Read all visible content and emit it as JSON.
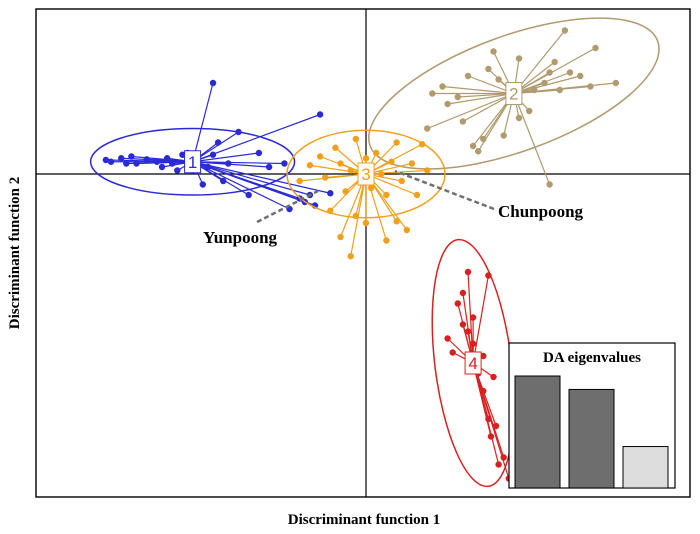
{
  "chart_data": {
    "type": "scatter",
    "xlabel": "Discriminant function 1",
    "ylabel": "Discriminant function 2",
    "grid": false,
    "groups": [
      {
        "label": "1",
        "color": "#2a2ad6",
        "centroid": [
          -3.4,
          0.35
        ],
        "ellipse": {
          "rx": 2.0,
          "ry": 0.95,
          "angle": 0
        },
        "points": [
          [
            -5.1,
            0.4
          ],
          [
            -5.0,
            0.35
          ],
          [
            -4.8,
            0.45
          ],
          [
            -4.7,
            0.3
          ],
          [
            -4.6,
            0.5
          ],
          [
            -4.5,
            0.3
          ],
          [
            -4.3,
            0.42
          ],
          [
            -4.1,
            0.35
          ],
          [
            -4.0,
            0.2
          ],
          [
            -3.9,
            0.45
          ],
          [
            -3.8,
            0.3
          ],
          [
            -3.7,
            0.1
          ],
          [
            -3.6,
            0.55
          ],
          [
            -3.5,
            0.6
          ],
          [
            -3.4,
            0.1
          ],
          [
            -3.2,
            -0.3
          ],
          [
            -3.1,
            0.2
          ],
          [
            -3.0,
            0.55
          ],
          [
            -2.9,
            0.9
          ],
          [
            -2.8,
            -0.2
          ],
          [
            -2.7,
            0.3
          ],
          [
            -2.5,
            1.2
          ],
          [
            -2.3,
            -0.6
          ],
          [
            -2.1,
            0.6
          ],
          [
            -1.9,
            0.2
          ],
          [
            -1.6,
            0.3
          ],
          [
            -1.5,
            -1.0
          ],
          [
            -1.3,
            -0.7
          ],
          [
            -1.2,
            -0.8
          ],
          [
            -1.1,
            -0.6
          ],
          [
            -0.9,
            1.7
          ],
          [
            -0.7,
            -0.55
          ],
          [
            -1.0,
            -0.9
          ],
          [
            -3.0,
            2.6
          ]
        ]
      },
      {
        "label": "2",
        "color": "#b09a6e",
        "centroid": [
          2.9,
          2.3
        ],
        "ellipse": {
          "rx": 3.0,
          "ry": 1.65,
          "angle": -20
        },
        "points": [
          [
            1.2,
            1.3
          ],
          [
            1.3,
            2.3
          ],
          [
            1.5,
            2.5
          ],
          [
            1.6,
            2.0
          ],
          [
            1.8,
            2.2
          ],
          [
            1.9,
            1.5
          ],
          [
            2.0,
            2.8
          ],
          [
            2.1,
            0.8
          ],
          [
            2.2,
            0.65
          ],
          [
            2.3,
            1.0
          ],
          [
            2.4,
            3.0
          ],
          [
            2.5,
            3.5
          ],
          [
            2.6,
            2.7
          ],
          [
            2.7,
            1.1
          ],
          [
            2.8,
            2.4
          ],
          [
            3.0,
            3.3
          ],
          [
            3.2,
            1.8
          ],
          [
            3.3,
            2.4
          ],
          [
            3.5,
            2.6
          ],
          [
            3.6,
            2.9
          ],
          [
            3.7,
            3.2
          ],
          [
            3.8,
            2.4
          ],
          [
            4.0,
            2.9
          ],
          [
            4.2,
            2.8
          ],
          [
            4.4,
            2.5
          ],
          [
            3.9,
            4.1
          ],
          [
            4.5,
            3.6
          ],
          [
            3.0,
            1.6
          ],
          [
            4.9,
            2.6
          ],
          [
            3.6,
            -0.3
          ]
        ]
      },
      {
        "label": "3",
        "color": "#f0a01a",
        "centroid": [
          0.0,
          0.0
        ],
        "ellipse": {
          "rx": 1.55,
          "ry": 1.25,
          "angle": 0
        },
        "points": [
          [
            -1.3,
            -0.2
          ],
          [
            -1.1,
            0.25
          ],
          [
            -0.9,
            0.5
          ],
          [
            -0.8,
            -0.1
          ],
          [
            -0.6,
            0.75
          ],
          [
            -0.5,
            0.3
          ],
          [
            -0.4,
            -0.5
          ],
          [
            -0.3,
            0.1
          ],
          [
            -0.2,
            1.0
          ],
          [
            -0.1,
            -0.25
          ],
          [
            0.0,
            0.45
          ],
          [
            0.1,
            -0.4
          ],
          [
            0.2,
            0.6
          ],
          [
            0.3,
            0.0
          ],
          [
            0.4,
            -0.6
          ],
          [
            0.5,
            0.35
          ],
          [
            0.6,
            0.9
          ],
          [
            0.7,
            -0.2
          ],
          [
            0.9,
            0.3
          ],
          [
            1.0,
            -0.6
          ],
          [
            1.1,
            0.85
          ],
          [
            1.2,
            0.1
          ],
          [
            -0.7,
            -1.05
          ],
          [
            -0.2,
            -1.2
          ],
          [
            0.0,
            -1.4
          ],
          [
            0.4,
            -1.9
          ],
          [
            0.6,
            -1.35
          ],
          [
            0.8,
            -1.6
          ],
          [
            -0.5,
            -1.8
          ],
          [
            -0.3,
            -2.35
          ]
        ]
      },
      {
        "label": "4",
        "color": "#d92020",
        "centroid": [
          2.1,
          -5.4
        ],
        "ellipse": {
          "rx": 0.75,
          "ry": 3.55,
          "angle": -7
        },
        "points": [
          [
            1.6,
            -4.7
          ],
          [
            1.9,
            -4.3
          ],
          [
            2.0,
            -4.5
          ],
          [
            2.1,
            -4.1
          ],
          [
            2.1,
            -4.85
          ],
          [
            2.2,
            -5.7
          ],
          [
            2.3,
            -5.2
          ],
          [
            2.3,
            -6.2
          ],
          [
            2.4,
            -7.0
          ],
          [
            2.45,
            -7.5
          ],
          [
            2.55,
            -7.2
          ],
          [
            2.6,
            -8.3
          ],
          [
            2.7,
            -8.1
          ],
          [
            2.8,
            -8.7
          ],
          [
            1.9,
            -3.4
          ],
          [
            2.0,
            -2.8
          ],
          [
            2.4,
            -2.9
          ],
          [
            1.8,
            -3.7
          ],
          [
            1.7,
            -5.1
          ],
          [
            2.5,
            -5.8
          ]
        ]
      }
    ],
    "annotations": [
      {
        "text": "Yunpoong",
        "points_to_group": "1"
      },
      {
        "text": "Chunpoong",
        "points_to_group": "3"
      }
    ],
    "inset": {
      "title": "DA eigenvalues",
      "type": "bar",
      "values": [
        1.0,
        0.88,
        0.37
      ],
      "colors": [
        "#6e6e6e",
        "#6e6e6e",
        "#dddddd"
      ]
    }
  }
}
